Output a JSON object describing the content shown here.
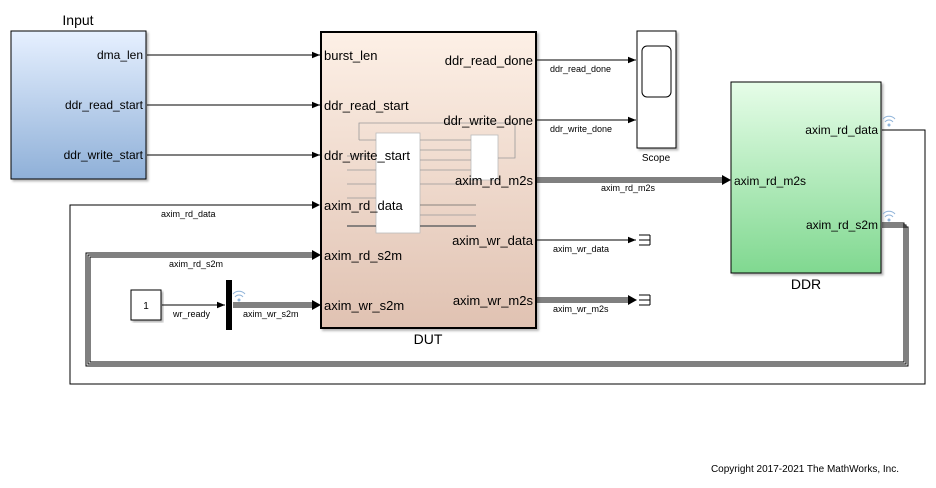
{
  "blocks": {
    "input": {
      "title": "Input",
      "ports": [
        "dma_len",
        "ddr_read_start",
        "ddr_write_start"
      ],
      "colors": {
        "top": "#e6f0ff",
        "bottom": "#8fb0d8"
      }
    },
    "dut": {
      "title": "DUT",
      "in_ports": [
        "burst_len",
        "ddr_read_start",
        "ddr_write_start",
        "axim_rd_data",
        "axim_rd_s2m",
        "axim_wr_s2m"
      ],
      "out_ports": [
        "ddr_read_done",
        "ddr_write_done",
        "axim_rd_m2s",
        "axim_wr_data",
        "axim_wr_m2s"
      ],
      "colors": {
        "top": "#fdf0e6",
        "bottom": "#e0c2b2"
      }
    },
    "ddr": {
      "title": "DDR",
      "in_ports": [
        "axim_rd_m2s"
      ],
      "out_ports": [
        "axim_rd_data",
        "axim_rd_s2m"
      ],
      "colors": {
        "top": "#e6fde8",
        "bottom": "#80d890"
      }
    },
    "scope": {
      "title": "Scope"
    },
    "constant": {
      "value": "1"
    }
  },
  "signals": {
    "ddr_read_done": "ddr_read_done",
    "ddr_write_done": "ddr_write_done",
    "axim_rd_m2s": "axim_rd_m2s",
    "axim_rd_data": "axim_rd_data",
    "axim_rd_s2m": "axim_rd_s2m",
    "axim_wr_data": "axim_wr_data",
    "axim_wr_m2s": "axim_wr_m2s",
    "wr_ready": "wr_ready",
    "axim_wr_s2m": "axim_wr_s2m"
  },
  "footer": {
    "copyright": "Copyright 2017-2021 The MathWorks, Inc."
  },
  "icons": [
    "terminator-icon",
    "signal-logging-icon",
    "bus-creator-icon",
    "scope-display-icon"
  ]
}
